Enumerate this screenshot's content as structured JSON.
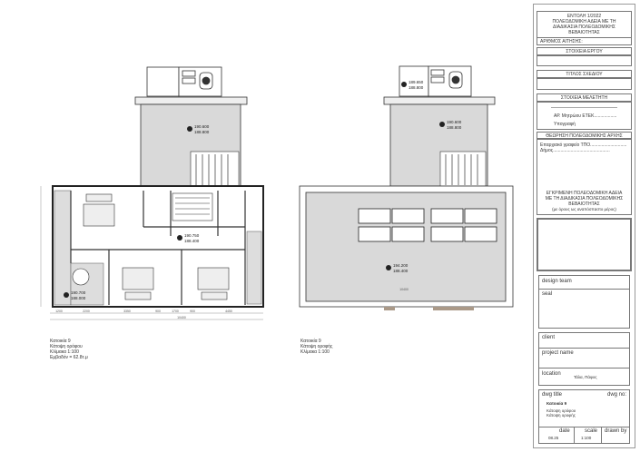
{
  "left_plan": {
    "levels": [
      {
        "top": "190.600",
        "bottom": "188.800"
      },
      {
        "top": "190.750",
        "bottom": "188.400"
      },
      {
        "top": "190.700",
        "bottom": "188.000"
      }
    ],
    "dims_bottom": [
      "1200",
      "2200",
      "3350",
      "900",
      "1700",
      "900",
      "4450"
    ],
    "dim_total": "10400",
    "caption": [
      "Κατοικία 9",
      "Κάτοψη ορόφου",
      "Κλίμακα 1:100",
      "Εμβαδόν = 62.8τ.μ"
    ]
  },
  "right_plan": {
    "levels": [
      {
        "top": "189.650",
        "bottom": "188.800"
      },
      {
        "top": "190.600",
        "bottom": "188.800"
      },
      {
        "top": "194.200",
        "bottom": "188.400"
      }
    ],
    "dim_total": "10400",
    "caption": [
      "Κατοικία 9",
      "Κάτοψη οροφής",
      "Κλίμακα 1:100"
    ]
  },
  "title_block": {
    "order": [
      "ΕΝΤΟΛΗ 1/2022",
      "ΠΟΛΕΟΔΟΜΙΚΗ ΑΔΕΙΑ ΜΕ ΤΗ",
      "ΔΙΑΔΙΚΑΣΙΑ ΠΟΛΕΟΔΟΜΙΚΗΣ",
      "ΒΕΒΑΙΟΤΗΤΑΣ"
    ],
    "application_no": "ΑΡΙΘΜΟΣ ΑΙΤΗΣΗΣ:",
    "project_details": "ΣΤΟΙΧΕΙΑ ΕΡΓΟΥ",
    "drawing_title": "ΤΙΤΛΟΣ ΣΧΕΔΙΟΥ",
    "designer_details": "ΣΤΟΙΧΕΙΑ ΜΕΛΕΤΗΤΗ",
    "etek_no": "ΑΡ. Μητρώου ΕΤΕΚ..................",
    "signature": "Υπογραφή",
    "authority": "ΘΕΩΡΗΣΗ ΠΟΛΕΟΔΟΜΙΚΗΣ ΑΡΧΗΣ",
    "office": "Επαρχιακό γραφείο ΤΠΟ.............................",
    "municipality": "Δήμος.............................................",
    "approved": [
      "ΕΓΚΡΙΜΕΝΗ ΠΟΛΕΟΔΟΜΙΚΗ ΑΔΕΙΑ",
      "ΜΕ ΤΗ ΔΙΑΔΙΚΑΣΙΑ ΠΟΛΕΟΔΟΜΙΚΗΣ",
      "ΒΕΒΑΙΟΤΗΤΑΣ",
      "(με όρους ως αναπόσπαστο μέρος)"
    ],
    "design_team": "design team",
    "seal": "seal",
    "client": "client",
    "project_name": "project name",
    "location_label": "location",
    "location_value": "Τάλα, Πάφος",
    "dwg_title_label": "dwg title",
    "dwg_no_label": "dwg no:",
    "dwg_title": "Κατοικία 9",
    "dwg_subtitles": [
      "Κάτοψη ορόφου",
      "Κάτοψη οροφής"
    ],
    "date_label": "date",
    "date_value": "08.25",
    "scale_label": "scale",
    "scale_value": "1:100",
    "drawn_by_label": "drawn by"
  }
}
